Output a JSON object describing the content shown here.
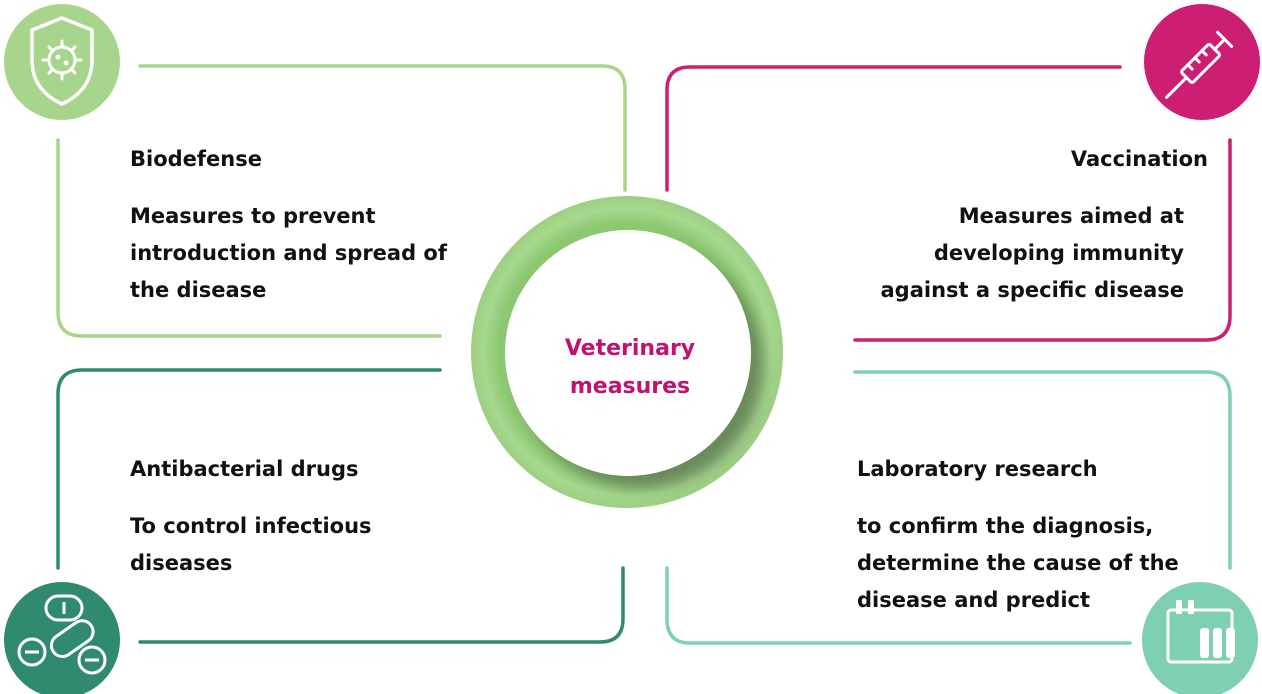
{
  "center": {
    "label": "Veterinary measures"
  },
  "quadrants": {
    "top_left": {
      "title": "Biodefense",
      "description": "Measures to prevent introduction and spread of the disease",
      "icon": "shield-virus-icon"
    },
    "top_right": {
      "title": "Vaccination",
      "description": "Measures aimed at developing immunity against a specific disease",
      "icon": "syringe-icon"
    },
    "bottom_left": {
      "title": "Antibacterial drugs",
      "description": "To control infectious diseases",
      "icon": "pills-icon"
    },
    "bottom_right": {
      "title": "Laboratory research",
      "description": "to confirm the diagnosis, determine the cause of the disease and predict",
      "icon": "lab-vials-icon"
    }
  },
  "colors": {
    "top_left": "#a8d58c",
    "top_right": "#cc1f74",
    "bottom_left": "#2f8a70",
    "bottom_right": "#7fcfb1",
    "center_ring": "#9ccf82",
    "center_text": "#c4106f"
  }
}
